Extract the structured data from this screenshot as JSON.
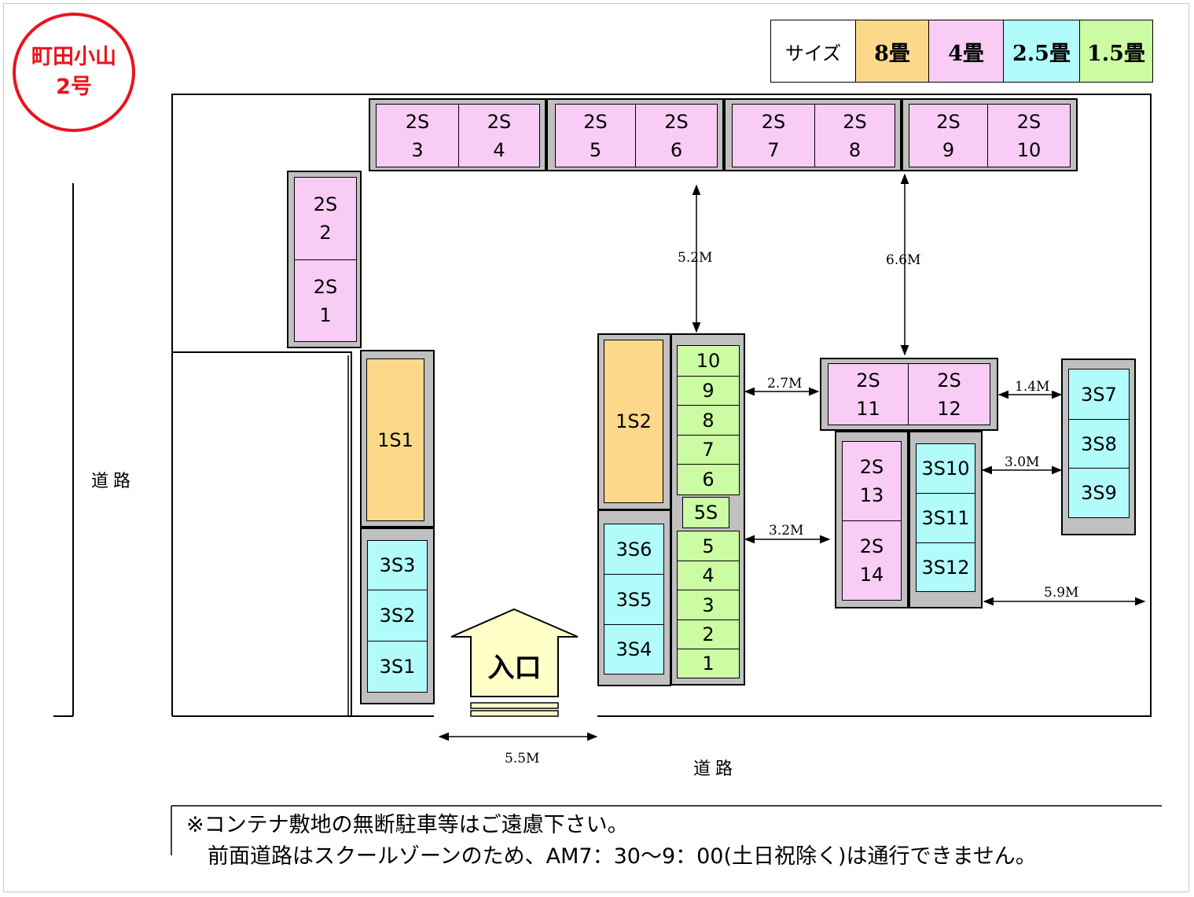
{
  "badge": {
    "line1": "町田小山",
    "line2": "2号",
    "color": "#e8141e"
  },
  "legend": {
    "header": "サイズ",
    "items": [
      {
        "label": "8畳",
        "color": "#fcd98a"
      },
      {
        "label": "4畳",
        "color": "#f9ccf5"
      },
      {
        "label": "2.5畳",
        "color": "#b1fcfb"
      },
      {
        "label": "1.5畳",
        "color": "#cbfca4"
      }
    ]
  },
  "roads": {
    "left": "道路",
    "bottom": "道路"
  },
  "entrance": {
    "label": "入口"
  },
  "units": {
    "top_row": [
      {
        "l1": "2S",
        "l2": "3"
      },
      {
        "l1": "2S",
        "l2": "4"
      },
      {
        "l1": "2S",
        "l2": "5"
      },
      {
        "l1": "2S",
        "l2": "6"
      },
      {
        "l1": "2S",
        "l2": "7"
      },
      {
        "l1": "2S",
        "l2": "8"
      },
      {
        "l1": "2S",
        "l2": "9"
      },
      {
        "l1": "2S",
        "l2": "10"
      }
    ],
    "left_col": [
      {
        "l1": "2S",
        "l2": "2"
      },
      {
        "l1": "2S",
        "l2": "1"
      }
    ],
    "s1": "1S1",
    "s3_left": [
      "3S3",
      "3S2",
      "3S1"
    ],
    "s2": "1S2",
    "small_upper": [
      "10",
      "9",
      "8",
      "7",
      "6"
    ],
    "s5": "5S",
    "small_lower": [
      "5",
      "4",
      "3",
      "2",
      "1"
    ],
    "s3_mid": [
      "3S6",
      "3S5",
      "3S4"
    ],
    "s2_mid": [
      {
        "l1": "2S",
        "l2": "11"
      },
      {
        "l1": "2S",
        "l2": "12"
      }
    ],
    "s2_low": [
      {
        "l1": "2S",
        "l2": "13"
      },
      {
        "l1": "2S",
        "l2": "14"
      }
    ],
    "s3_right": [
      "3S10",
      "3S11",
      "3S12"
    ],
    "s3_far": [
      "3S7",
      "3S8",
      "3S9"
    ]
  },
  "dimensions": {
    "d52": "5.2M",
    "d66": "6.6M",
    "d27": "2.7M",
    "d14": "1.4M",
    "d30": "3.0M",
    "d32": "3.2M",
    "d59": "5.9M",
    "d55": "5.5M"
  },
  "notes": [
    "※コンテナ敷地の無断駐車等はご遠慮下さい。",
    "　前面道路はスクールゾーンのため、AM7：30～9：00(土日祝除く)は通行できません。"
  ]
}
